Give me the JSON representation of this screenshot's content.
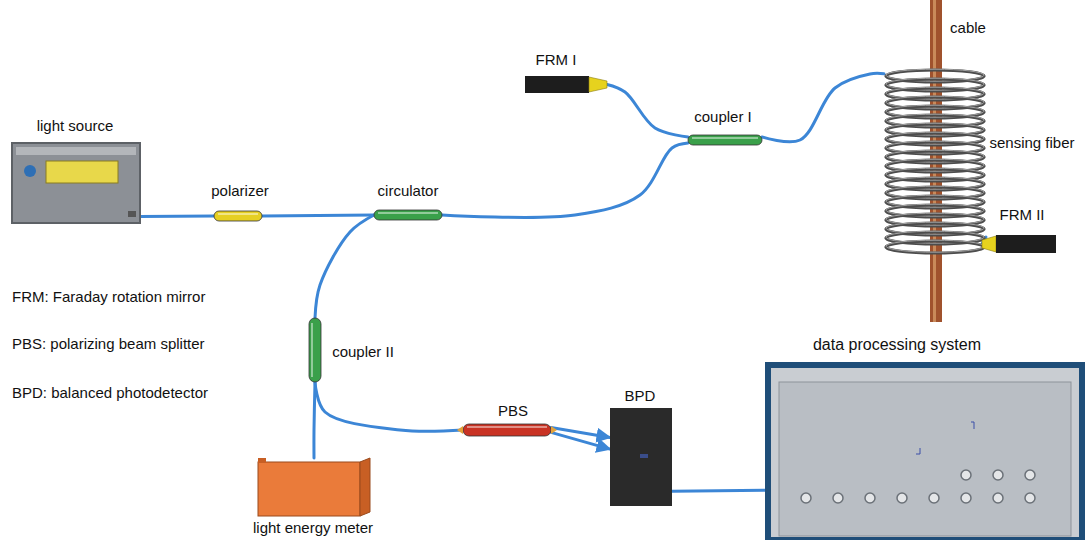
{
  "diagram": {
    "nodes": [
      {
        "text": [
          "light source"
        ]
      },
      {
        "text": [
          "polarizer"
        ]
      },
      {
        "text": [
          "circulator"
        ]
      },
      {
        "text": [
          "FRM I"
        ]
      },
      {
        "text": [
          "coupler I"
        ]
      },
      {
        "text": [
          "cable"
        ]
      },
      {
        "text": [
          "sensing fiber"
        ]
      },
      {
        "text": [
          "FRM II"
        ]
      },
      {
        "text": [
          "coupler II"
        ]
      },
      {
        "text": [
          "PBS"
        ]
      },
      {
        "text": [
          "BPD"
        ]
      },
      {
        "text": [
          "data processing system"
        ]
      },
      {
        "text": [
          "light energy meter"
        ]
      }
    ],
    "edges": [
      {
        "from": 0,
        "to": 1,
        "arrow": "none"
      },
      {
        "from": 1,
        "to": 2,
        "arrow": "none"
      },
      {
        "from": 2,
        "to": 4,
        "arrow": "none"
      },
      {
        "from": 4,
        "to": 3,
        "arrow": "none"
      },
      {
        "from": 4,
        "to": 6,
        "arrow": "none"
      },
      {
        "from": 6,
        "to": 7,
        "arrow": "none"
      },
      {
        "from": 2,
        "to": 8,
        "arrow": "none"
      },
      {
        "from": 8,
        "to": 12,
        "arrow": "none"
      },
      {
        "from": 8,
        "to": 9,
        "arrow": "none"
      },
      {
        "from": 9,
        "to": 10,
        "arrow": "to"
      },
      {
        "from": 9,
        "to": 10,
        "arrow": "to"
      },
      {
        "from": 10,
        "to": 11,
        "arrow": "none"
      }
    ],
    "labels": [
      "FRM: Faraday rotation mirror",
      "PBS: polarizing beam splitter",
      "BPD: balanced photodetector"
    ]
  }
}
